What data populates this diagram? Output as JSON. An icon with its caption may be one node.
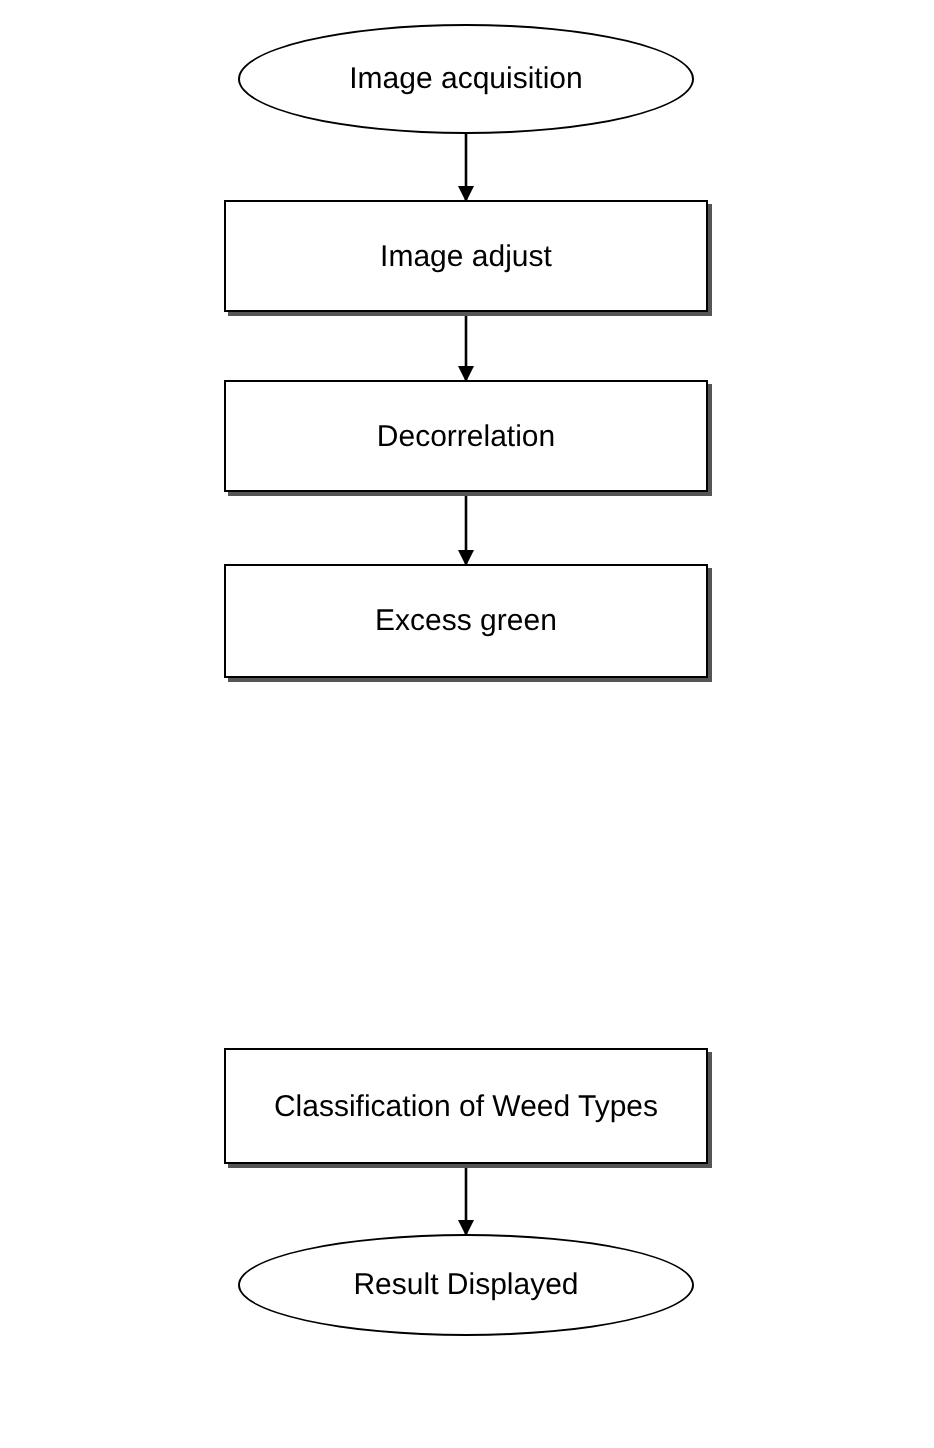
{
  "diagram": {
    "nodes": [
      {
        "text": [
          "Image acquisition"
        ]
      },
      {
        "text": [
          "Image adjust"
        ]
      },
      {
        "text": [
          "Decorrelation"
        ]
      },
      {
        "text": [
          "Excess green"
        ]
      },
      {
        "text": [
          "Classification of Weed Types"
        ]
      },
      {
        "text": [
          "Result Displayed"
        ]
      }
    ],
    "edges": [
      {
        "from": 0,
        "to": 1,
        "arrow": "to"
      },
      {
        "from": 1,
        "to": 2,
        "arrow": "to"
      },
      {
        "from": 2,
        "to": 3,
        "arrow": "to"
      },
      {
        "from": 4,
        "to": 5,
        "arrow": "to"
      }
    ]
  }
}
